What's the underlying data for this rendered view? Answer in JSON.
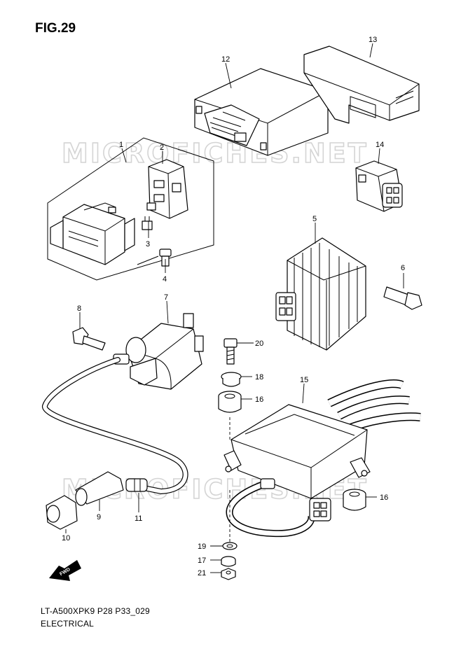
{
  "figure": {
    "title": "FIG.29",
    "footer_code": "LT-A500XPK9 P28 P33_029",
    "footer_section": "ELECTRICAL"
  },
  "watermark": "MICROFICHES.NET",
  "fwd_label": "FWD",
  "callouts": [
    "1",
    "2",
    "3",
    "4",
    "5",
    "6",
    "7",
    "8",
    "9",
    "10",
    "11",
    "12",
    "13",
    "14",
    "15",
    "16",
    "16",
    "16",
    "17",
    "18",
    "19",
    "20",
    "21"
  ]
}
